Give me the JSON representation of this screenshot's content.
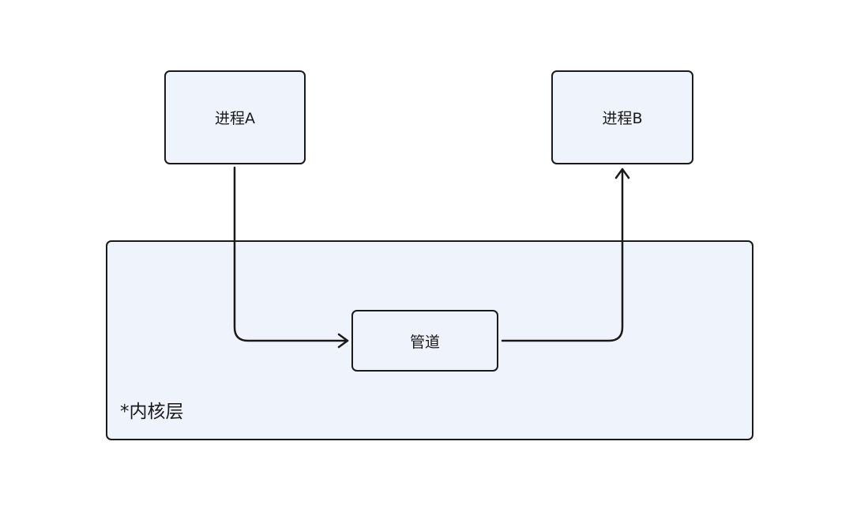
{
  "nodes": {
    "process_a": "进程A",
    "process_b": "进程B",
    "pipe": "管道",
    "kernel_layer": "*内核层"
  },
  "colors": {
    "node_fill": "#eef3fc",
    "stroke": "#1a1a1a"
  }
}
